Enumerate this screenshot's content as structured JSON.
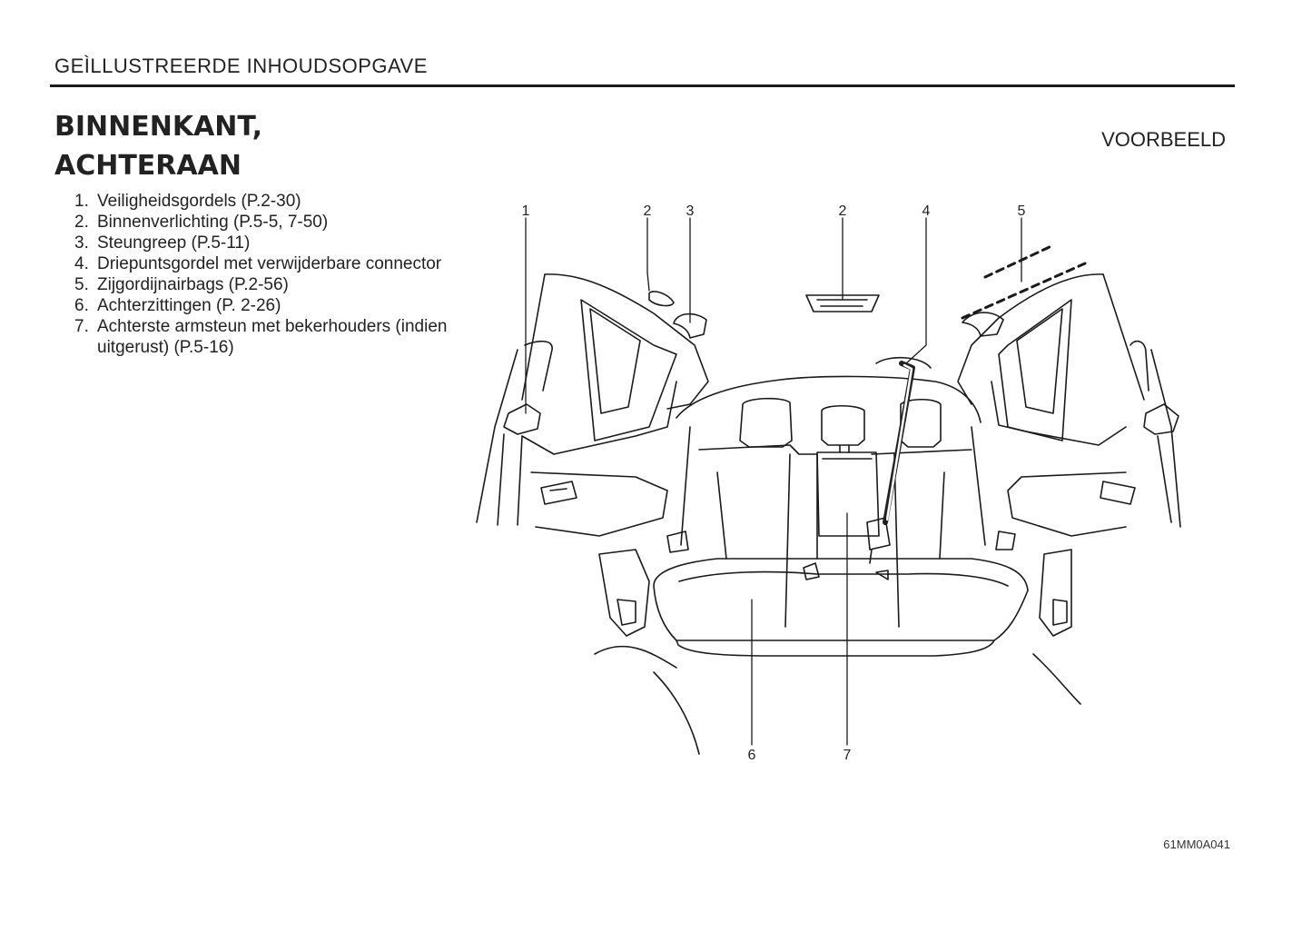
{
  "header": {
    "section": "GEÌLLUSTREERDE  INHOUDSOPGAVE"
  },
  "title": {
    "line1": "BINNENKANT,",
    "line2": "ACHTERAAN"
  },
  "example_label": "VOORBEELD",
  "legend": [
    {
      "num": "1.",
      "text": "Veiligheidsgordels (P.2-30)"
    },
    {
      "num": "2.",
      "text": "Binnenverlichting (P.5-5, 7-50)"
    },
    {
      "num": "3.",
      "text": "Steungreep (P.5-11)"
    },
    {
      "num": "4.",
      "text": "Driepuntsgordel met verwijderbare connector"
    },
    {
      "num": "5.",
      "text": "Zijgordijnairbags (P.2-56)"
    },
    {
      "num": "6.",
      "text": "Achterzittingen (P. 2-26)"
    },
    {
      "num": "7.",
      "text": "Achterste armsteun met bekerhouders (indien uitgerust) (P.5-16)"
    }
  ],
  "callouts": [
    "1",
    "2",
    "3",
    "2",
    "4",
    "5",
    "6",
    "7"
  ],
  "figure_code": "61MM0A041"
}
